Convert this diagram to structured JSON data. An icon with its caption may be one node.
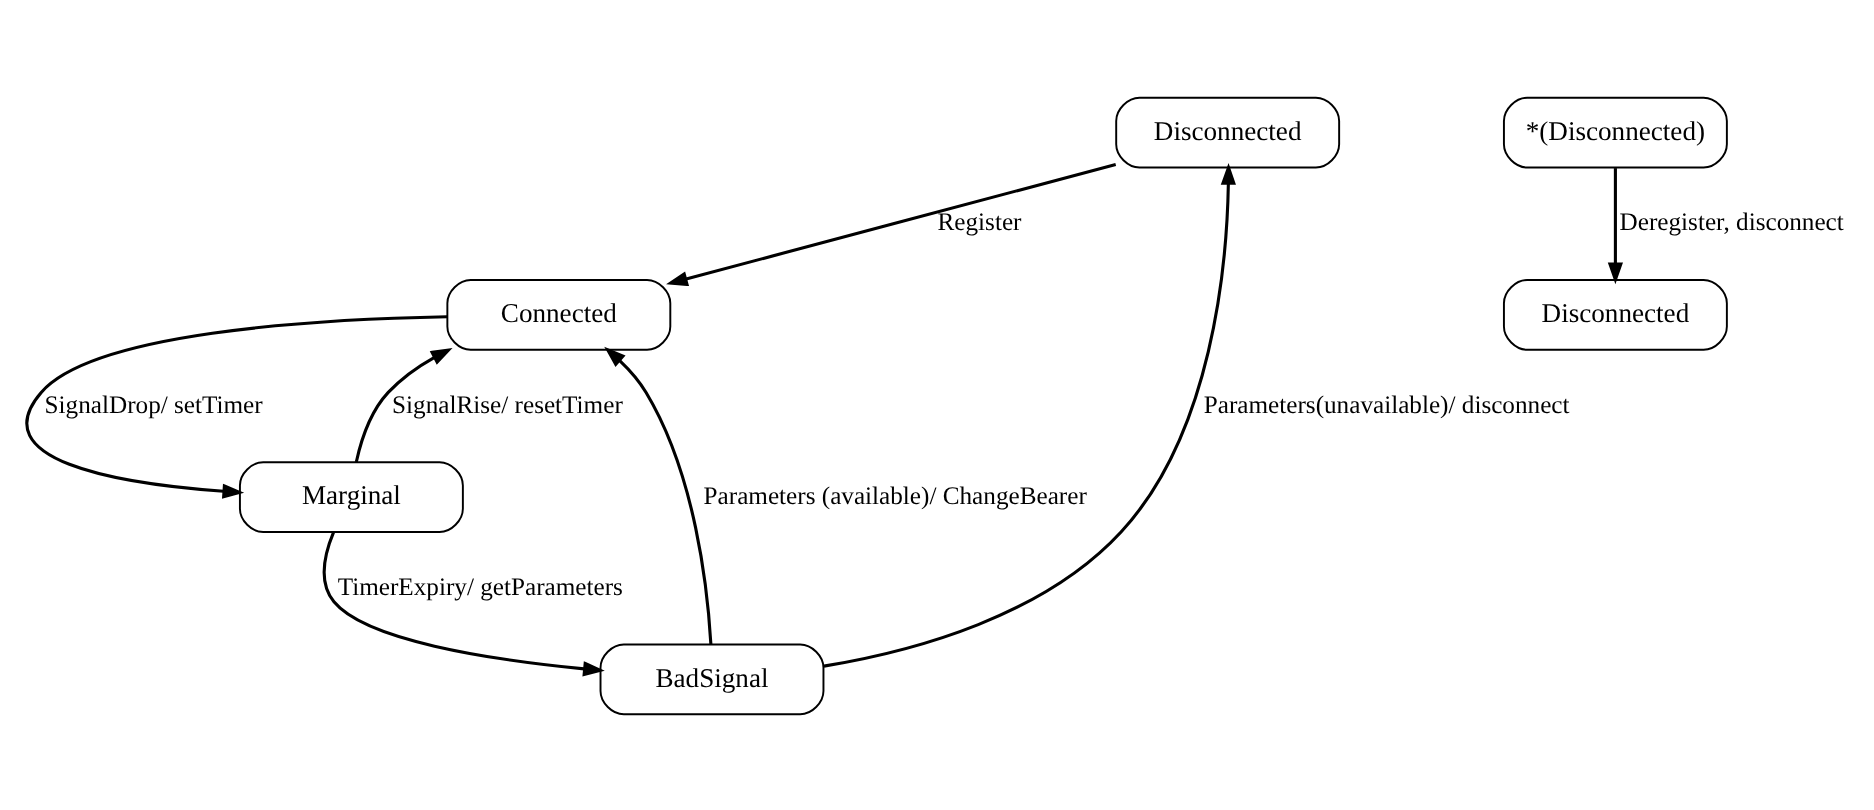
{
  "diagram": {
    "nodes": [
      {
        "text": [
          "Disconnected"
        ]
      },
      {
        "text": [
          "Connected"
        ]
      },
      {
        "text": [
          "BadSignal"
        ]
      },
      {
        "text": [
          "Marginal"
        ]
      },
      {
        "text": [
          "*(Disconnected)"
        ]
      },
      {
        "text": [
          "Disconnected"
        ]
      }
    ],
    "edges": [
      {
        "from": 0,
        "to": 1,
        "arrow": "to",
        "label": "Register"
      },
      {
        "from": 2,
        "to": 1,
        "arrow": "to",
        "label": "Parameters (available)/ ChangeBearer"
      },
      {
        "from": 2,
        "to": 0,
        "arrow": "to",
        "label": "Parameters(unavailable)/ disconnect"
      },
      {
        "from": 1,
        "to": 3,
        "arrow": "to",
        "label": "SignalDrop/ setTimer"
      },
      {
        "from": 3,
        "to": 1,
        "arrow": "to",
        "label": "SignalRise/ resetTimer"
      },
      {
        "from": 3,
        "to": 2,
        "arrow": "to",
        "label": "TimerExpiry/ getParameters"
      },
      {
        "from": 4,
        "to": 5,
        "arrow": "to",
        "label": "Deregister, disconnect"
      }
    ]
  }
}
